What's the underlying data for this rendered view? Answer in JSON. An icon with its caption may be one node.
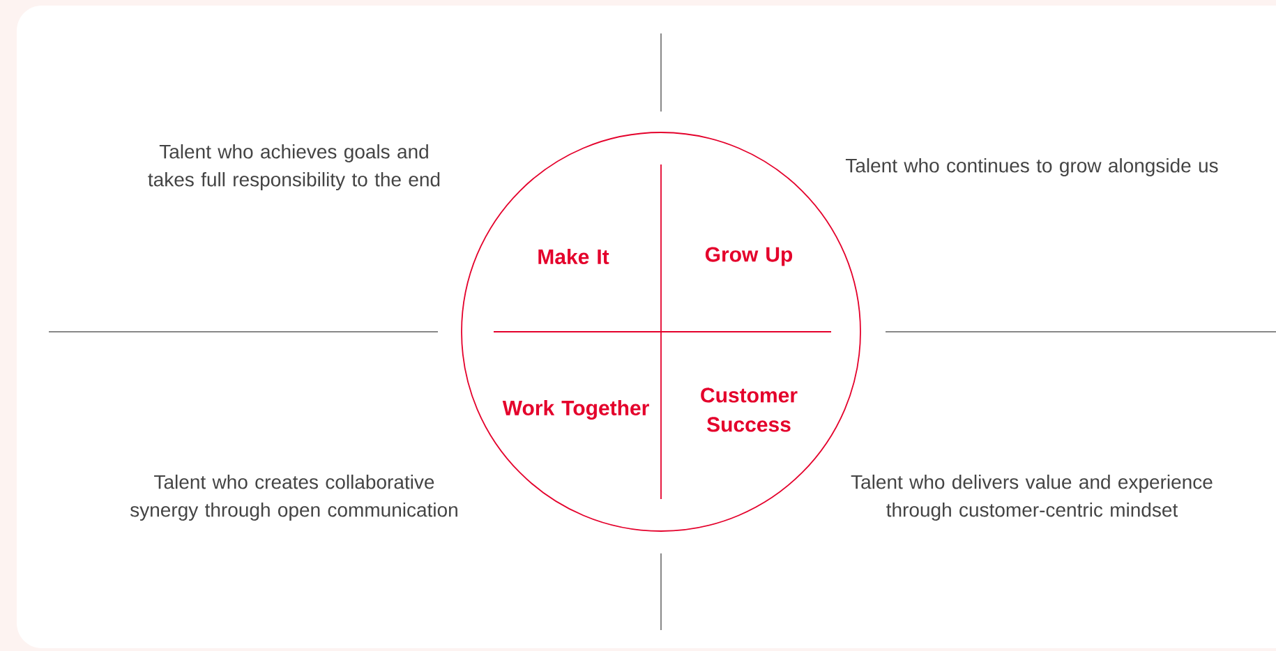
{
  "diagram": {
    "nodes": [
      {
        "text": [
          "Make It",
          "Grow Up",
          "Work Together",
          "Customer Success"
        ]
      }
    ],
    "labels": [
      "Talent who achieves goals and takes full responsibility to the end",
      "Talent who continues to grow alongside us",
      "Talent who creates collaborative synergy through open communication",
      "Talent who delivers value and experience through customer-centric mindset"
    ]
  }
}
